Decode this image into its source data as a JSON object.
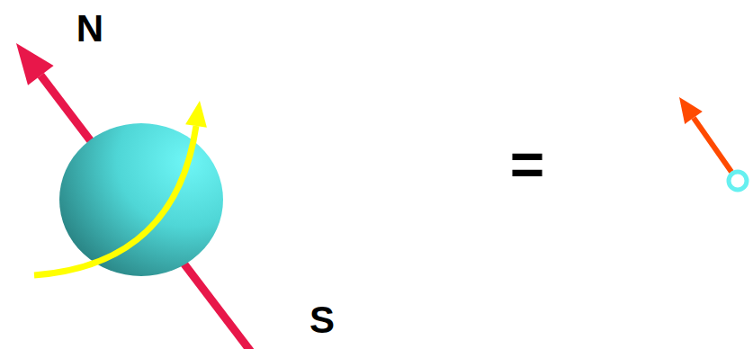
{
  "diagram": {
    "labels": [
      "N",
      "S",
      "="
    ]
  }
}
